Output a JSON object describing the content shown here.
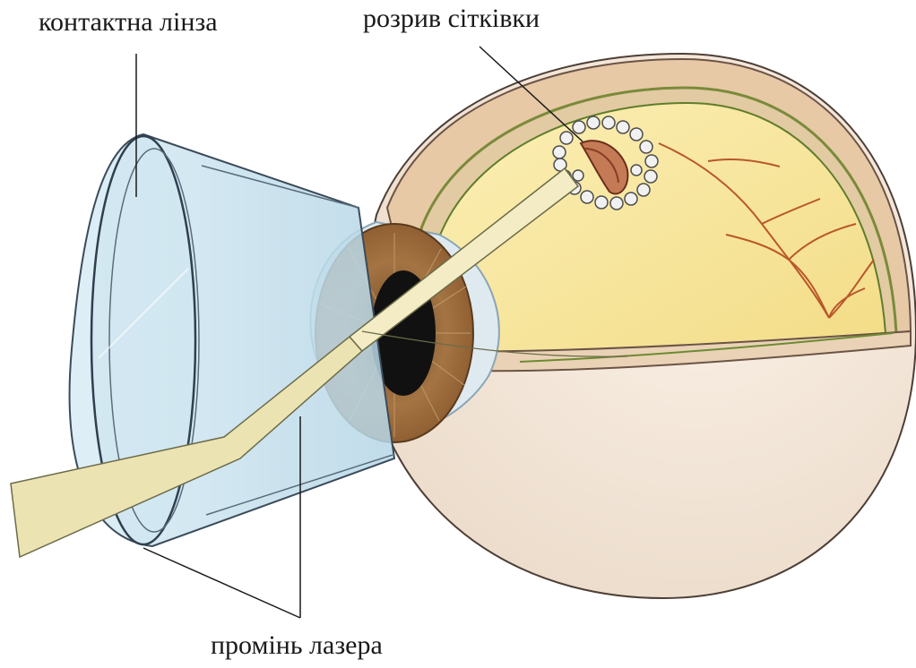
{
  "labels": {
    "contact_lens": "контактна лінза",
    "retinal_tear": "розрив сітківки",
    "laser_beam": "промінь лазера"
  },
  "colors": {
    "sclera": "#e9d2b8",
    "retina": "#f6e49a",
    "lens_glass": "#cfe6f1",
    "iris": "#9a6b3a",
    "beam": "#efe6bb",
    "vessel": "#b9572a"
  }
}
